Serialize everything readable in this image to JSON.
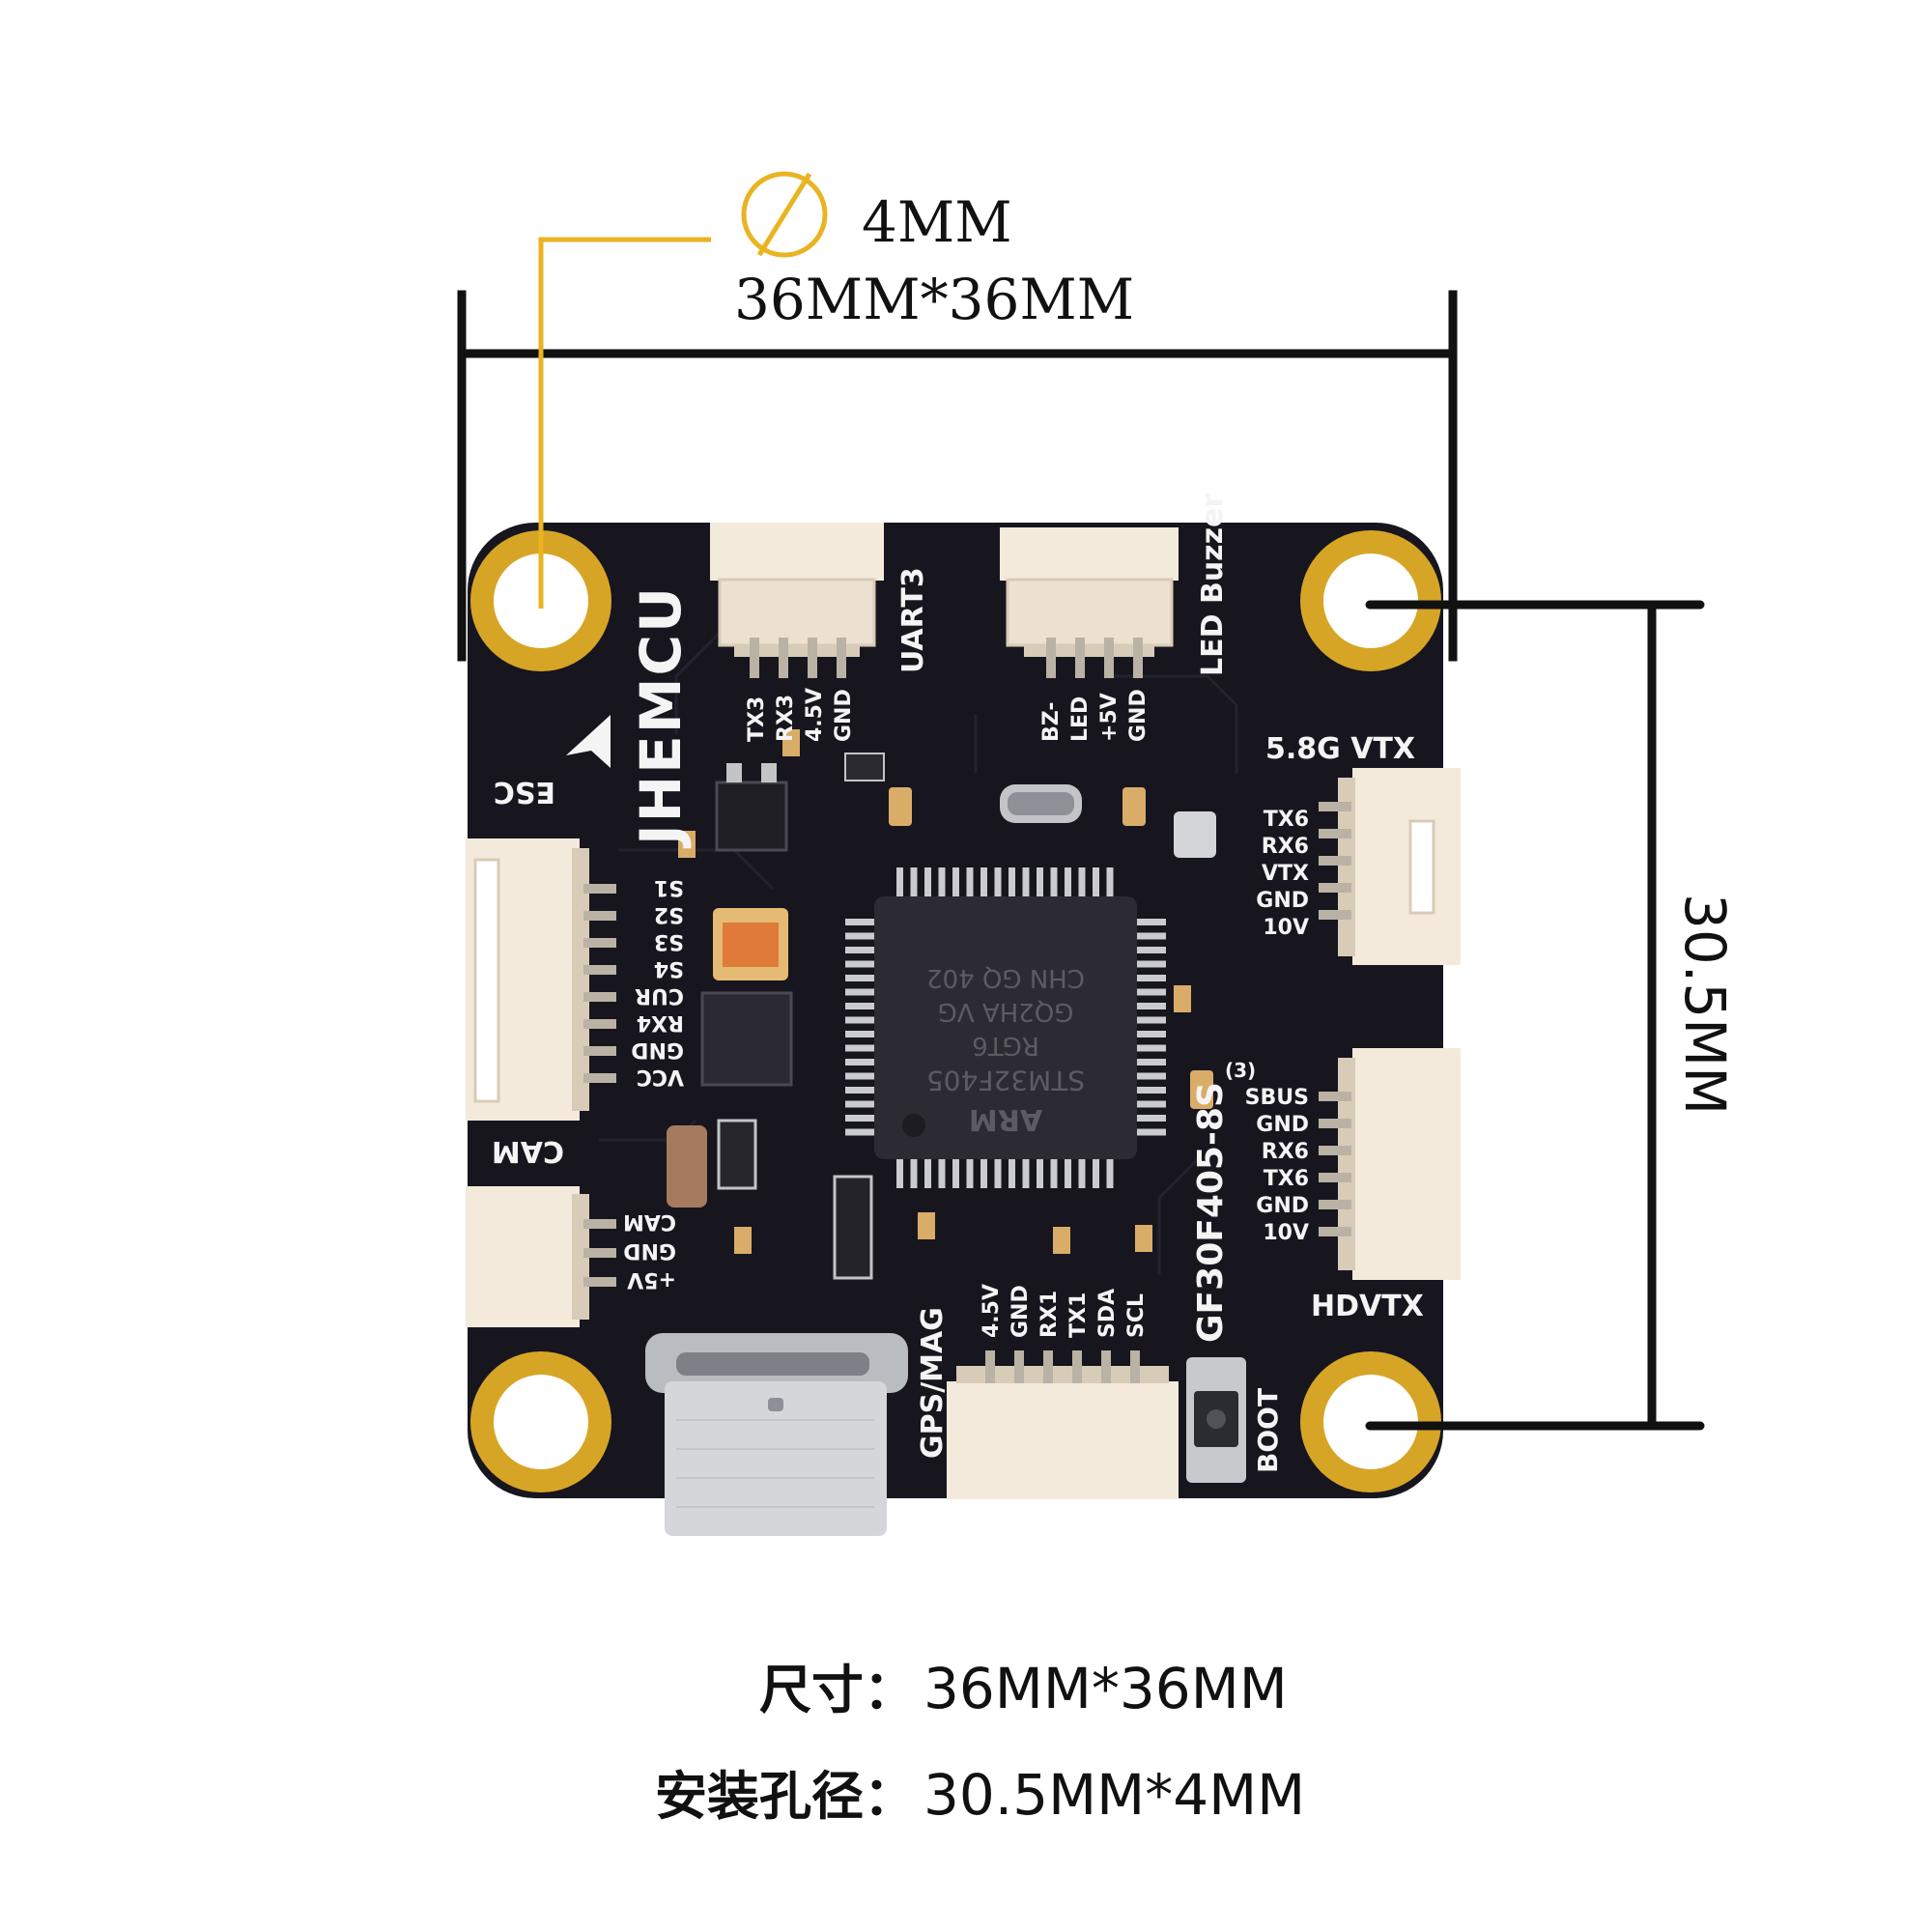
{
  "dimensions": {
    "hole_diameter_label": "4MM",
    "board_size_label": "36MM*36MM",
    "mount_spacing_label": "30.5MM"
  },
  "spec_lines": [
    {
      "key": "尺寸：",
      "value": "36MM*36MM"
    },
    {
      "key": "安装孔径：",
      "value": "30.5MM*4MM"
    }
  ],
  "board": {
    "brand": "JHEMCU",
    "model": "GF30F405-8S",
    "model_superscript": "(3)",
    "mcu_marking": [
      "ARM",
      "STM32F405",
      "RGT6",
      "GQ2HA VG",
      "CHN GQ 402"
    ],
    "colors": {
      "pcb": "#17161f",
      "gold": "#d7a526",
      "connector": "#f3eadc",
      "dimension_line": "#111111",
      "leader_line": "#e9b322"
    },
    "connectors": [
      {
        "title": "UART3",
        "pins": [
          "TX3",
          "RX3",
          "4.5V",
          "GND"
        ]
      },
      {
        "title": "LED Buzzer",
        "pins": [
          "BZ-",
          "LED",
          "+5V",
          "GND"
        ]
      },
      {
        "title": "5.8G VTX",
        "pins": [
          "TX6",
          "RX6",
          "VTX",
          "GND",
          "10V"
        ]
      },
      {
        "title": "ESC",
        "pins": [
          "S1",
          "S2",
          "S3",
          "S4",
          "CUR",
          "RX4",
          "GND",
          "VCC"
        ]
      },
      {
        "title": "CAM",
        "pins": [
          "CAM",
          "GND",
          "+5V"
        ]
      },
      {
        "title": "HDVTX",
        "pins": [
          "SBUS",
          "GND",
          "RX6",
          "TX6",
          "GND",
          "10V"
        ]
      },
      {
        "title": "GPS/MAG",
        "pins": [
          "4.5V",
          "GND",
          "RX1",
          "TX1",
          "SDA",
          "SCL"
        ]
      },
      {
        "title": "BOOT",
        "pins": []
      }
    ]
  }
}
